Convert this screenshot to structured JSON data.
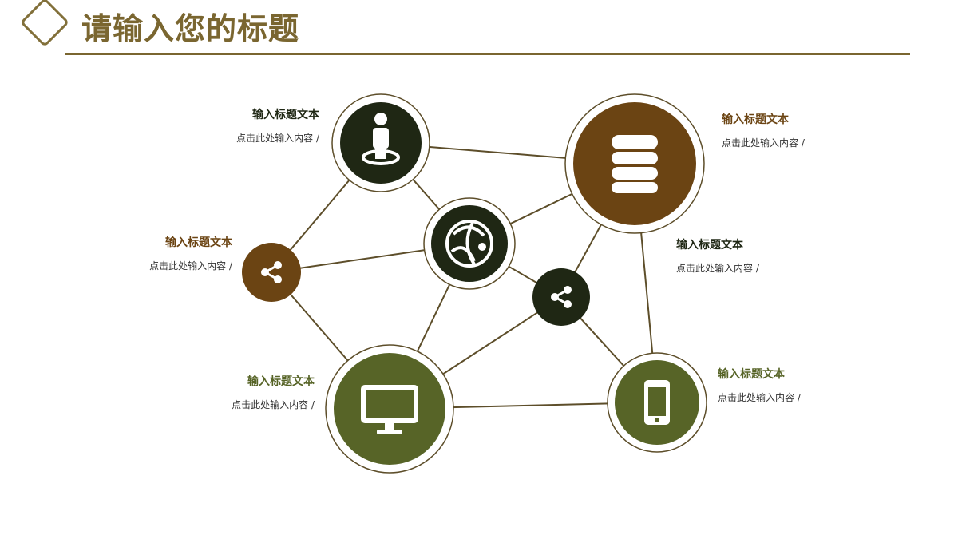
{
  "header": {
    "title": "请输入您的标题"
  },
  "colors": {
    "brown": "#6b4413",
    "olive": "#576427",
    "dark": "#1f2714",
    "gold": "#7a6630",
    "line": "#5d4e2a"
  },
  "nodes": [
    {
      "icon": "person-on-target-icon",
      "color": "dark",
      "title": "输入标题文本",
      "text": "点击此处输入内容 /"
    },
    {
      "icon": "database-icon",
      "color": "brown",
      "title": "输入标题文本",
      "text": "点击此处输入内容 /"
    },
    {
      "icon": "share-icon",
      "color": "brown",
      "title": "输入标题文本",
      "text": "点击此处输入内容 /"
    },
    {
      "icon": "globe-network-icon",
      "color": "dark",
      "title": "",
      "text": ""
    },
    {
      "icon": "share-icon",
      "color": "dark",
      "title": "输入标题文本",
      "text": "点击此处输入内容 /"
    },
    {
      "icon": "monitor-icon",
      "color": "olive",
      "title": "输入标题文本",
      "text": "点击此处输入内容 /"
    },
    {
      "icon": "smartphone-icon",
      "color": "olive",
      "title": "输入标题文本",
      "text": "点击此处输入内容 /"
    }
  ]
}
